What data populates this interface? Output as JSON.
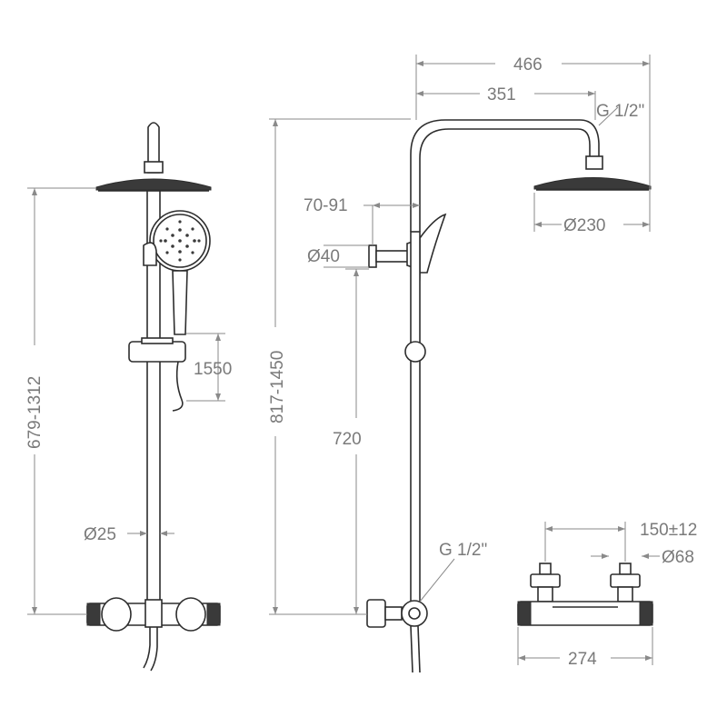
{
  "dimensions": {
    "side_height": "679-1312",
    "handset_slide": "1550",
    "rail_diameter": "Ø25",
    "total_height": "817-1450",
    "rail_height": "720",
    "arm_offset": "70-91",
    "wall_flange_diameter": "Ø40",
    "arm_total_reach": "466",
    "arm_reach": "351",
    "head_thread": "G 1/2\"",
    "head_diameter": "Ø230",
    "mixer_thread": "G 1/2\"",
    "inlet_spacing": "150±12",
    "escutcheon_diameter": "Ø68",
    "mixer_width": "274"
  },
  "colors": {
    "lines": "#2d2d2d",
    "dimension_lines": "#8a8a8a",
    "labels": "#7a7a7a",
    "background": "#ffffff"
  }
}
